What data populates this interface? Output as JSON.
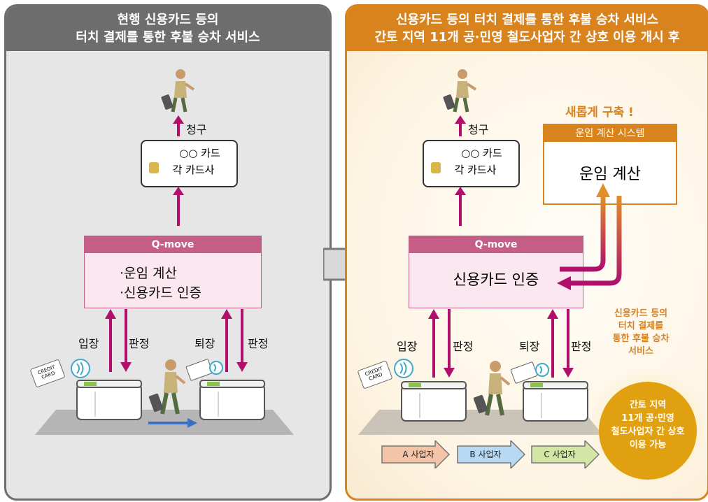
{
  "left_panel": {
    "title_line1": "현행 신용카드 등의",
    "title_line2": "터치 결제를 통한 후불 승차 서비스",
    "bill_label": "청구",
    "card_line1": "○○ 카드",
    "card_line2": "각 카드사",
    "qmove_header": "Q-move",
    "qmove_line1": "·운임 계산",
    "qmove_line2": "·신용카드 인증",
    "entry_label": "입장",
    "judge_label_1": "판정",
    "exit_label": "퇴장",
    "judge_label_2": "판정"
  },
  "right_panel": {
    "title_line1": "신용카드 등의 터치 결제를 통한 후불 승차 서비스",
    "title_line2": "간토 지역 11개 공·민영 철도사업자 간 상호 이용 개시 후",
    "bill_label": "청구",
    "card_line1": "○○ 카드",
    "card_line2": "각 카드사",
    "new_build": "새롭게 구축 !",
    "fare_sys_header": "운임 계산 시스템",
    "fare_sys_body": "운임 계산",
    "qmove_header": "Q-move",
    "qmove_body": "신용카드 인증",
    "entry_label": "입장",
    "judge_label_1": "판정",
    "exit_label": "퇴장",
    "judge_label_2": "판정",
    "service_note": [
      "신용카드 등의",
      "터치 결제를",
      "통한 후불 승차",
      "서비스"
    ],
    "badge_lines": [
      "간토 지역",
      "11개 공·민영",
      "철도사업자 간 상호",
      "이용 가능"
    ],
    "operators": [
      "A 사업자",
      "B 사업자",
      "C 사업자"
    ]
  },
  "card_logo_text": [
    "CREDIT",
    "CARD"
  ],
  "colors": {
    "left_border": "#6d6d6d",
    "right_border": "#d9831f",
    "magenta_arrow": "#b0106c",
    "orange_arrow": "#d9831f",
    "qmove_header": "#c45e86",
    "badge": "#e0a010"
  }
}
